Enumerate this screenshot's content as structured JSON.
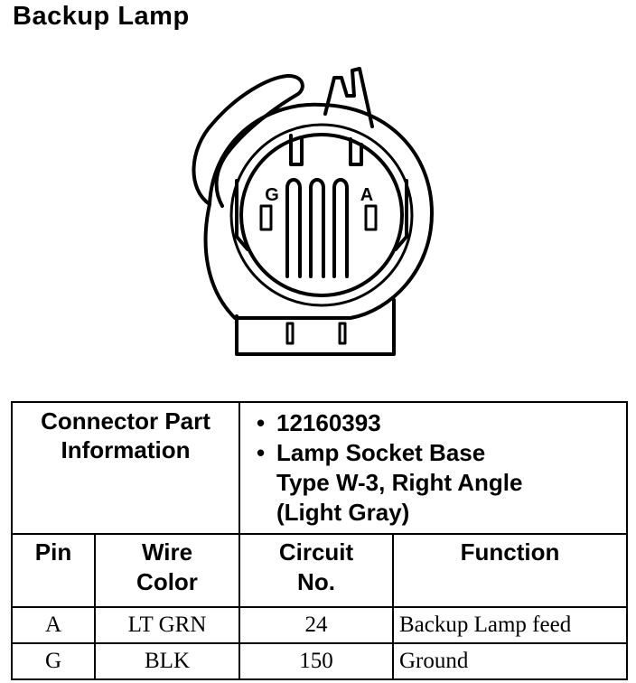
{
  "title": "Backup Lamp",
  "diagram": {
    "pin_labels": [
      "G",
      "A"
    ]
  },
  "connector_info": {
    "header_label": "Connector Part Information",
    "header_label_lines": [
      "Connector Part",
      "Information"
    ],
    "part_number": "12160393",
    "description_lines": [
      "Lamp Socket Base",
      "Type W-3, Right Angle",
      "(Light Gray)"
    ]
  },
  "columns": {
    "pin": "Pin",
    "wire_color": [
      "Wire",
      "Color"
    ],
    "circuit_no": [
      "Circuit",
      "No."
    ],
    "function": "Function"
  },
  "rows": [
    {
      "pin": "A",
      "wire_color": "LT GRN",
      "circuit": "24",
      "function": "Backup Lamp feed"
    },
    {
      "pin": "G",
      "wire_color": "BLK",
      "circuit": "150",
      "function": "Ground"
    }
  ]
}
